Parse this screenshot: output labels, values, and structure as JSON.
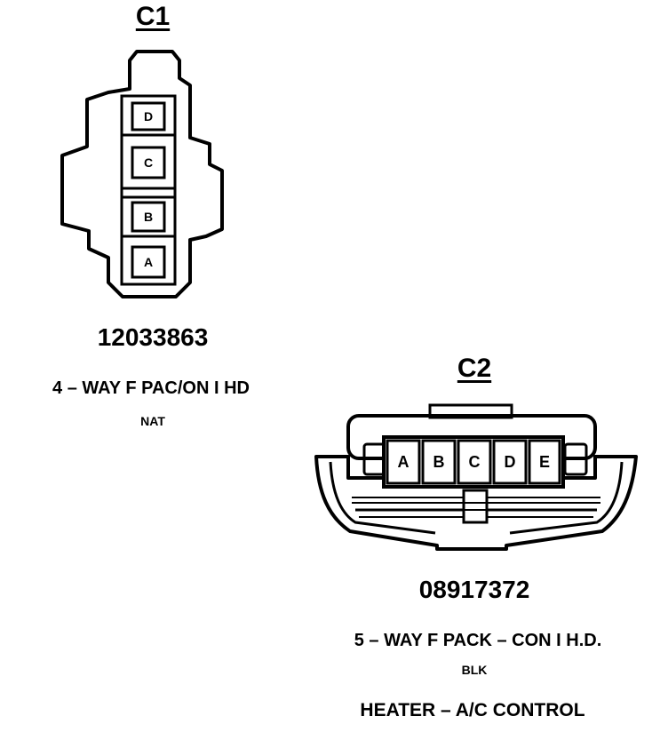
{
  "c1": {
    "title": "C1",
    "part_number": "12033863",
    "description": "4 – WAY F PAC/ON I HD",
    "color": "NAT",
    "pins": [
      "D",
      "C",
      "B",
      "A"
    ]
  },
  "c2": {
    "title": "C2",
    "part_number": "08917372",
    "description": "5 – WAY F PACK – CON I H.D.",
    "color": "BLK",
    "pins": [
      "A",
      "B",
      "C",
      "D",
      "E"
    ]
  },
  "footer": "HEATER – A/C CONTROL"
}
